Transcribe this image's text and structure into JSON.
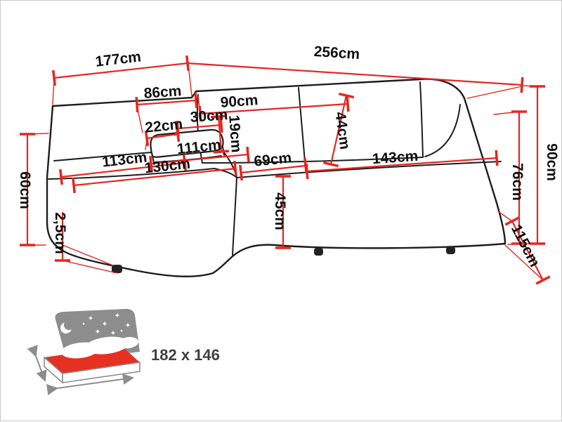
{
  "diagram_type": "corner-sofa-dimension-drawing",
  "dimensions": {
    "d177": "177cm",
    "d256": "256cm",
    "d86": "86cm",
    "d90_top": "90cm",
    "d30": "30cm",
    "d19": "19cm",
    "d22": "22cm",
    "d44": "44cm",
    "d111": "111cm",
    "d113": "113cm",
    "d130": "130cm",
    "d69": "69cm",
    "d143": "143cm",
    "d60": "60cm",
    "d90_right": "90cm",
    "d76": "76cm",
    "d45": "45cm",
    "d25": "2,5cm",
    "d115": "115cm"
  },
  "sleeping_function": {
    "size": "182 x 146"
  },
  "icons": {
    "sleeping_function": "bed-with-stars-and-moon-icon"
  },
  "colors": {
    "dimension_red": "#e52620",
    "outline_black": "#1d1d1d",
    "icon_gray": "#8d8d8d",
    "mattress_red": "#e53022",
    "label_black": "#101010"
  }
}
